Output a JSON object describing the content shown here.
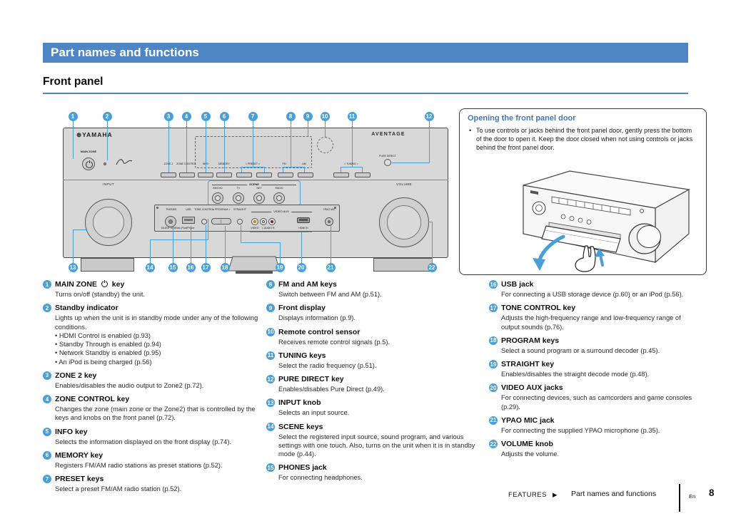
{
  "page": {
    "header_title": "Part names and functions",
    "section_title": "Front panel"
  },
  "footer": {
    "section": "FEATURES",
    "arrow": "▶",
    "title": "Part names and functions",
    "lang": "En",
    "page_number": "8"
  },
  "side_note": {
    "title": "Opening the front panel door",
    "bullet": "To use controls or jacks behind the front panel door, gently press the bottom of the door to open it. Keep the door closed when not using controls or jacks behind the front panel door."
  },
  "panel": {
    "brand_mark": "⊛",
    "brand": "YAMAHA",
    "series": "AVENTAGE",
    "labels": {
      "main_zone": "MAIN ZONE",
      "pure_direct": "PURE DIRECT",
      "input": "INPUT",
      "volume": "VOLUME",
      "scene": "SCENE",
      "phones": "PHONES",
      "silent_cinema": "SILENT CINEMA",
      "usb": "USB",
      "ipod": "iPod/iPhone",
      "tone_control": "TONE CONTROL",
      "program": "< PROGRAM >",
      "straight": "STRAIGHT",
      "video_aux": "VIDEO AUX",
      "video": "VIDEO",
      "audio_lr": "L AUDIO R",
      "hdmi_in": "HDMI IN",
      "ypao_mic": "YPAO MIC"
    },
    "strip_labels": [
      "ZONE 2",
      "ZONE CONTROL",
      "INFO",
      "MEMORY",
      "< PRESET >",
      "FM",
      "AM",
      "< TUNING >"
    ],
    "scene_buttons": [
      "BD/DVD",
      "TV",
      "NET",
      "RADIO"
    ]
  },
  "items": [
    {
      "num": 1,
      "col": 1,
      "title": "MAIN ZONE",
      "power": true,
      "suffix": "key",
      "desc": [
        "Turns on/off (standby) the unit."
      ]
    },
    {
      "num": 2,
      "col": 1,
      "title": "Standby indicator",
      "desc": [
        "Lights up when the unit is in standby mode under any of the following conditions."
      ],
      "bullets": [
        "HDMI Control is enabled (p.93)",
        "Standby Through is enabled (p.94)",
        "Network Standby is enabled (p.95)",
        "An iPod is being charged (p.56)"
      ]
    },
    {
      "num": 3,
      "col": 1,
      "title": "ZONE 2 key",
      "desc": [
        "Enables/disables the audio output to Zone2 (p.72)."
      ]
    },
    {
      "num": 4,
      "col": 1,
      "title": "ZONE CONTROL key",
      "desc": [
        "Changes the zone (main zone or the Zone2) that is controlled by the keys and knobs on the front panel (p.72)."
      ]
    },
    {
      "num": 5,
      "col": 1,
      "title": "INFO key",
      "desc": [
        "Selects the information displayed on the front display (p.74)."
      ]
    },
    {
      "num": 6,
      "col": 1,
      "title": "MEMORY key",
      "desc": [
        "Registers FM/AM radio stations as preset stations (p.52)."
      ]
    },
    {
      "num": 7,
      "col": 1,
      "title": "PRESET keys",
      "desc": [
        "Select a preset FM/AM radio station (p.52)."
      ]
    },
    {
      "num": 8,
      "col": 2,
      "title": "FM and AM keys",
      "desc": [
        "Switch between FM and AM (p.51)."
      ]
    },
    {
      "num": 9,
      "col": 2,
      "title": "Front display",
      "desc": [
        "Displays information (p.9)."
      ]
    },
    {
      "num": 10,
      "col": 2,
      "title": "Remote control sensor",
      "desc": [
        "Receives remote control signals (p.5)."
      ]
    },
    {
      "num": 11,
      "col": 2,
      "title": "TUNING keys",
      "desc": [
        "Select the radio frequency (p.51)."
      ]
    },
    {
      "num": 12,
      "col": 2,
      "title": "PURE DIRECT key",
      "desc": [
        "Enables/disables Pure Direct (p.49)."
      ]
    },
    {
      "num": 13,
      "col": 2,
      "title": "INPUT knob",
      "desc": [
        "Selects an input source."
      ]
    },
    {
      "num": 14,
      "col": 2,
      "title": "SCENE keys",
      "desc": [
        "Select the registered input source, sound program, and various settings with one touch. Also, turns on the unit when it is in standby mode (p.44)."
      ]
    },
    {
      "num": 15,
      "col": 2,
      "title": "PHONES jack",
      "desc": [
        "For connecting headphones."
      ]
    },
    {
      "num": 16,
      "col": 3,
      "title": "USB jack",
      "desc": [
        "For connecting a USB storage device (p.60) or an iPod (p.56)."
      ]
    },
    {
      "num": 17,
      "col": 3,
      "title": "TONE CONTROL key",
      "desc": [
        "Adjusts the high-frequency range and low-frequency range of output sounds (p.76)."
      ]
    },
    {
      "num": 18,
      "col": 3,
      "title": "PROGRAM keys",
      "desc": [
        "Select a sound program or a surround decoder (p.45)."
      ]
    },
    {
      "num": 19,
      "col": 3,
      "title": "STRAIGHT key",
      "desc": [
        "Enables/disables the straight decode mode (p.48)."
      ]
    },
    {
      "num": 20,
      "col": 3,
      "title": "VIDEO AUX jacks",
      "desc": [
        "For connecting devices, such as camcorders and game consoles (p.29)."
      ]
    },
    {
      "num": 21,
      "col": 3,
      "title": "YPAO MIC jack",
      "desc": [
        "For connecting the supplied YPAO microphone (p.35)."
      ]
    },
    {
      "num": 22,
      "col": 3,
      "title": "VOLUME knob",
      "desc": [
        "Adjusts the volume."
      ]
    }
  ]
}
